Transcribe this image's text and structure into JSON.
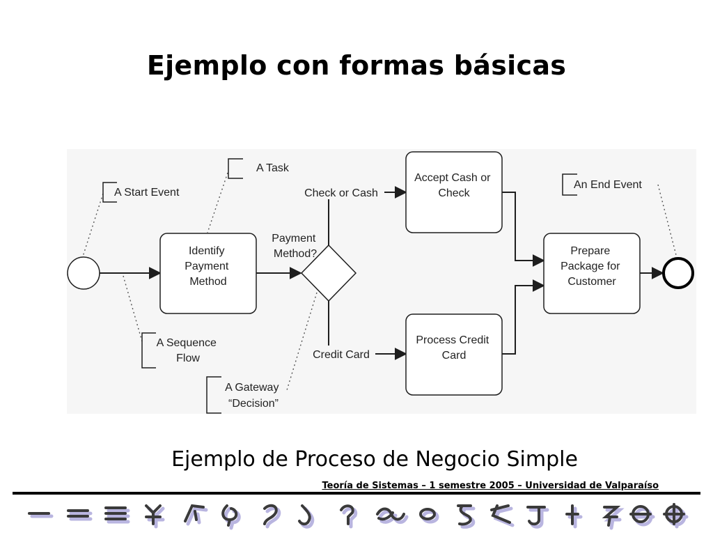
{
  "slide": {
    "title": "Ejemplo con formas básicas",
    "caption": "Ejemplo de Proceso de Negocio Simple",
    "footer": "Teoría de Sistemas – 1 semestre 2005 – Universidad de Valparaíso"
  },
  "diagram": {
    "tasks": {
      "identify": [
        "Identify",
        "Payment",
        "Method"
      ],
      "accept": [
        "Accept Cash or",
        "Check"
      ],
      "process": [
        "Process Credit",
        "Card"
      ],
      "prepare": [
        "Prepare",
        "Package for",
        "Customer"
      ]
    },
    "gateway_label": [
      "Payment",
      "Method?"
    ],
    "flow_labels": {
      "cash": "Check or Cash",
      "credit": "Credit Card"
    },
    "annotations": {
      "start_event": "A Start Event",
      "task": "A Task",
      "end_event": "An End Event",
      "sequence_flow": [
        "A Sequence",
        "Flow"
      ],
      "gateway": [
        "A Gateway",
        "“Decision”"
      ]
    }
  },
  "colors": {
    "ink": "#1e1e1e",
    "dotted": "#555555",
    "diagram_background": "#f6f6f6",
    "glyph_fill": "#3a3a3a",
    "glyph_shadow": "#b9b5e0"
  },
  "footer_glyphs": [
    "≡-one",
    "≡-two",
    "≡-three",
    "symbol",
    "symbol",
    "symbol",
    "symbol",
    "symbol",
    "symbol",
    "symbol",
    "symbol",
    "symbol",
    "symbol",
    "symbol",
    "symbol",
    "symbol",
    "circle-minus",
    "circle-plus"
  ]
}
